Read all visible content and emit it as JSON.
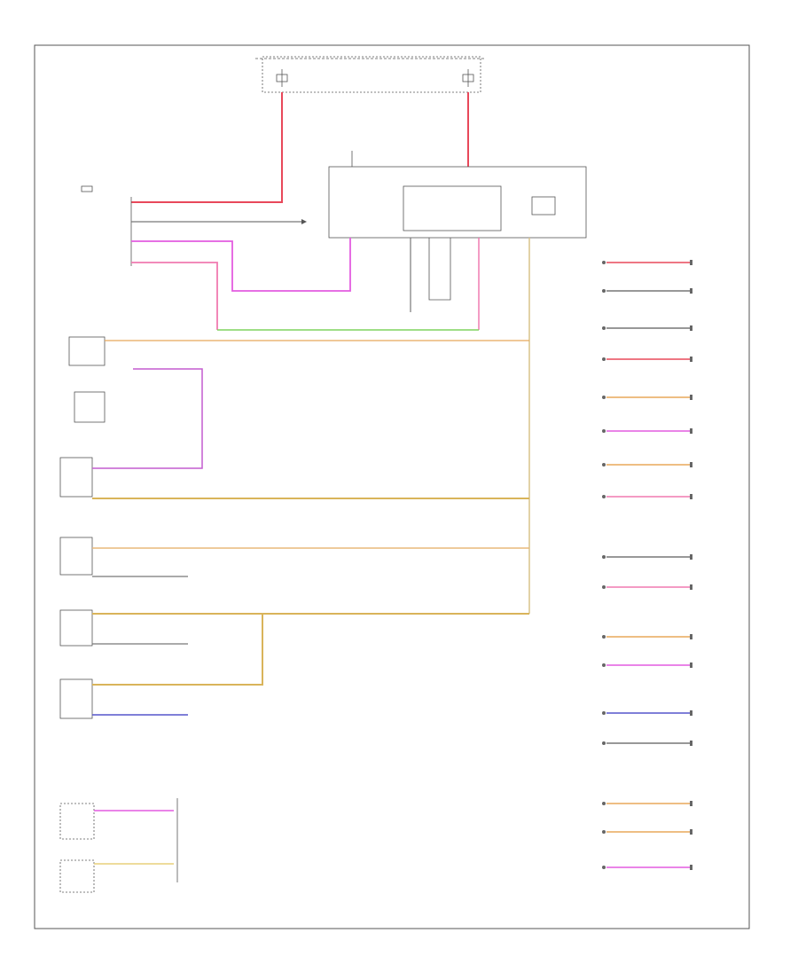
{
  "page": {
    "ref": ""
  },
  "colors": {
    "red": "#e8485a",
    "pink": "#f07ab0",
    "magenta": "#e35ce0",
    "orange": "#e8a85a",
    "tan": "#d9b45a",
    "yellow": "#e2cf6a",
    "green": "#7fd35f",
    "blue": "#5555cc",
    "wire_gray": "#777777"
  },
  "legend_items": [
    {
      "wire": "red"
    },
    {
      "wire": "gray"
    },
    {
      "wire": "gray"
    },
    {
      "wire": "red"
    },
    {
      "wire": "orange"
    },
    {
      "wire": "magenta"
    },
    {
      "wire": "orange"
    },
    {
      "wire": "pink"
    },
    {
      "wire": "gray"
    },
    {
      "wire": "pink"
    },
    {
      "wire": "orange"
    },
    {
      "wire": "magenta"
    },
    {
      "wire": "blue"
    },
    {
      "wire": "gray"
    },
    {
      "wire": "orange"
    },
    {
      "wire": "orange"
    },
    {
      "wire": "magenta"
    }
  ]
}
